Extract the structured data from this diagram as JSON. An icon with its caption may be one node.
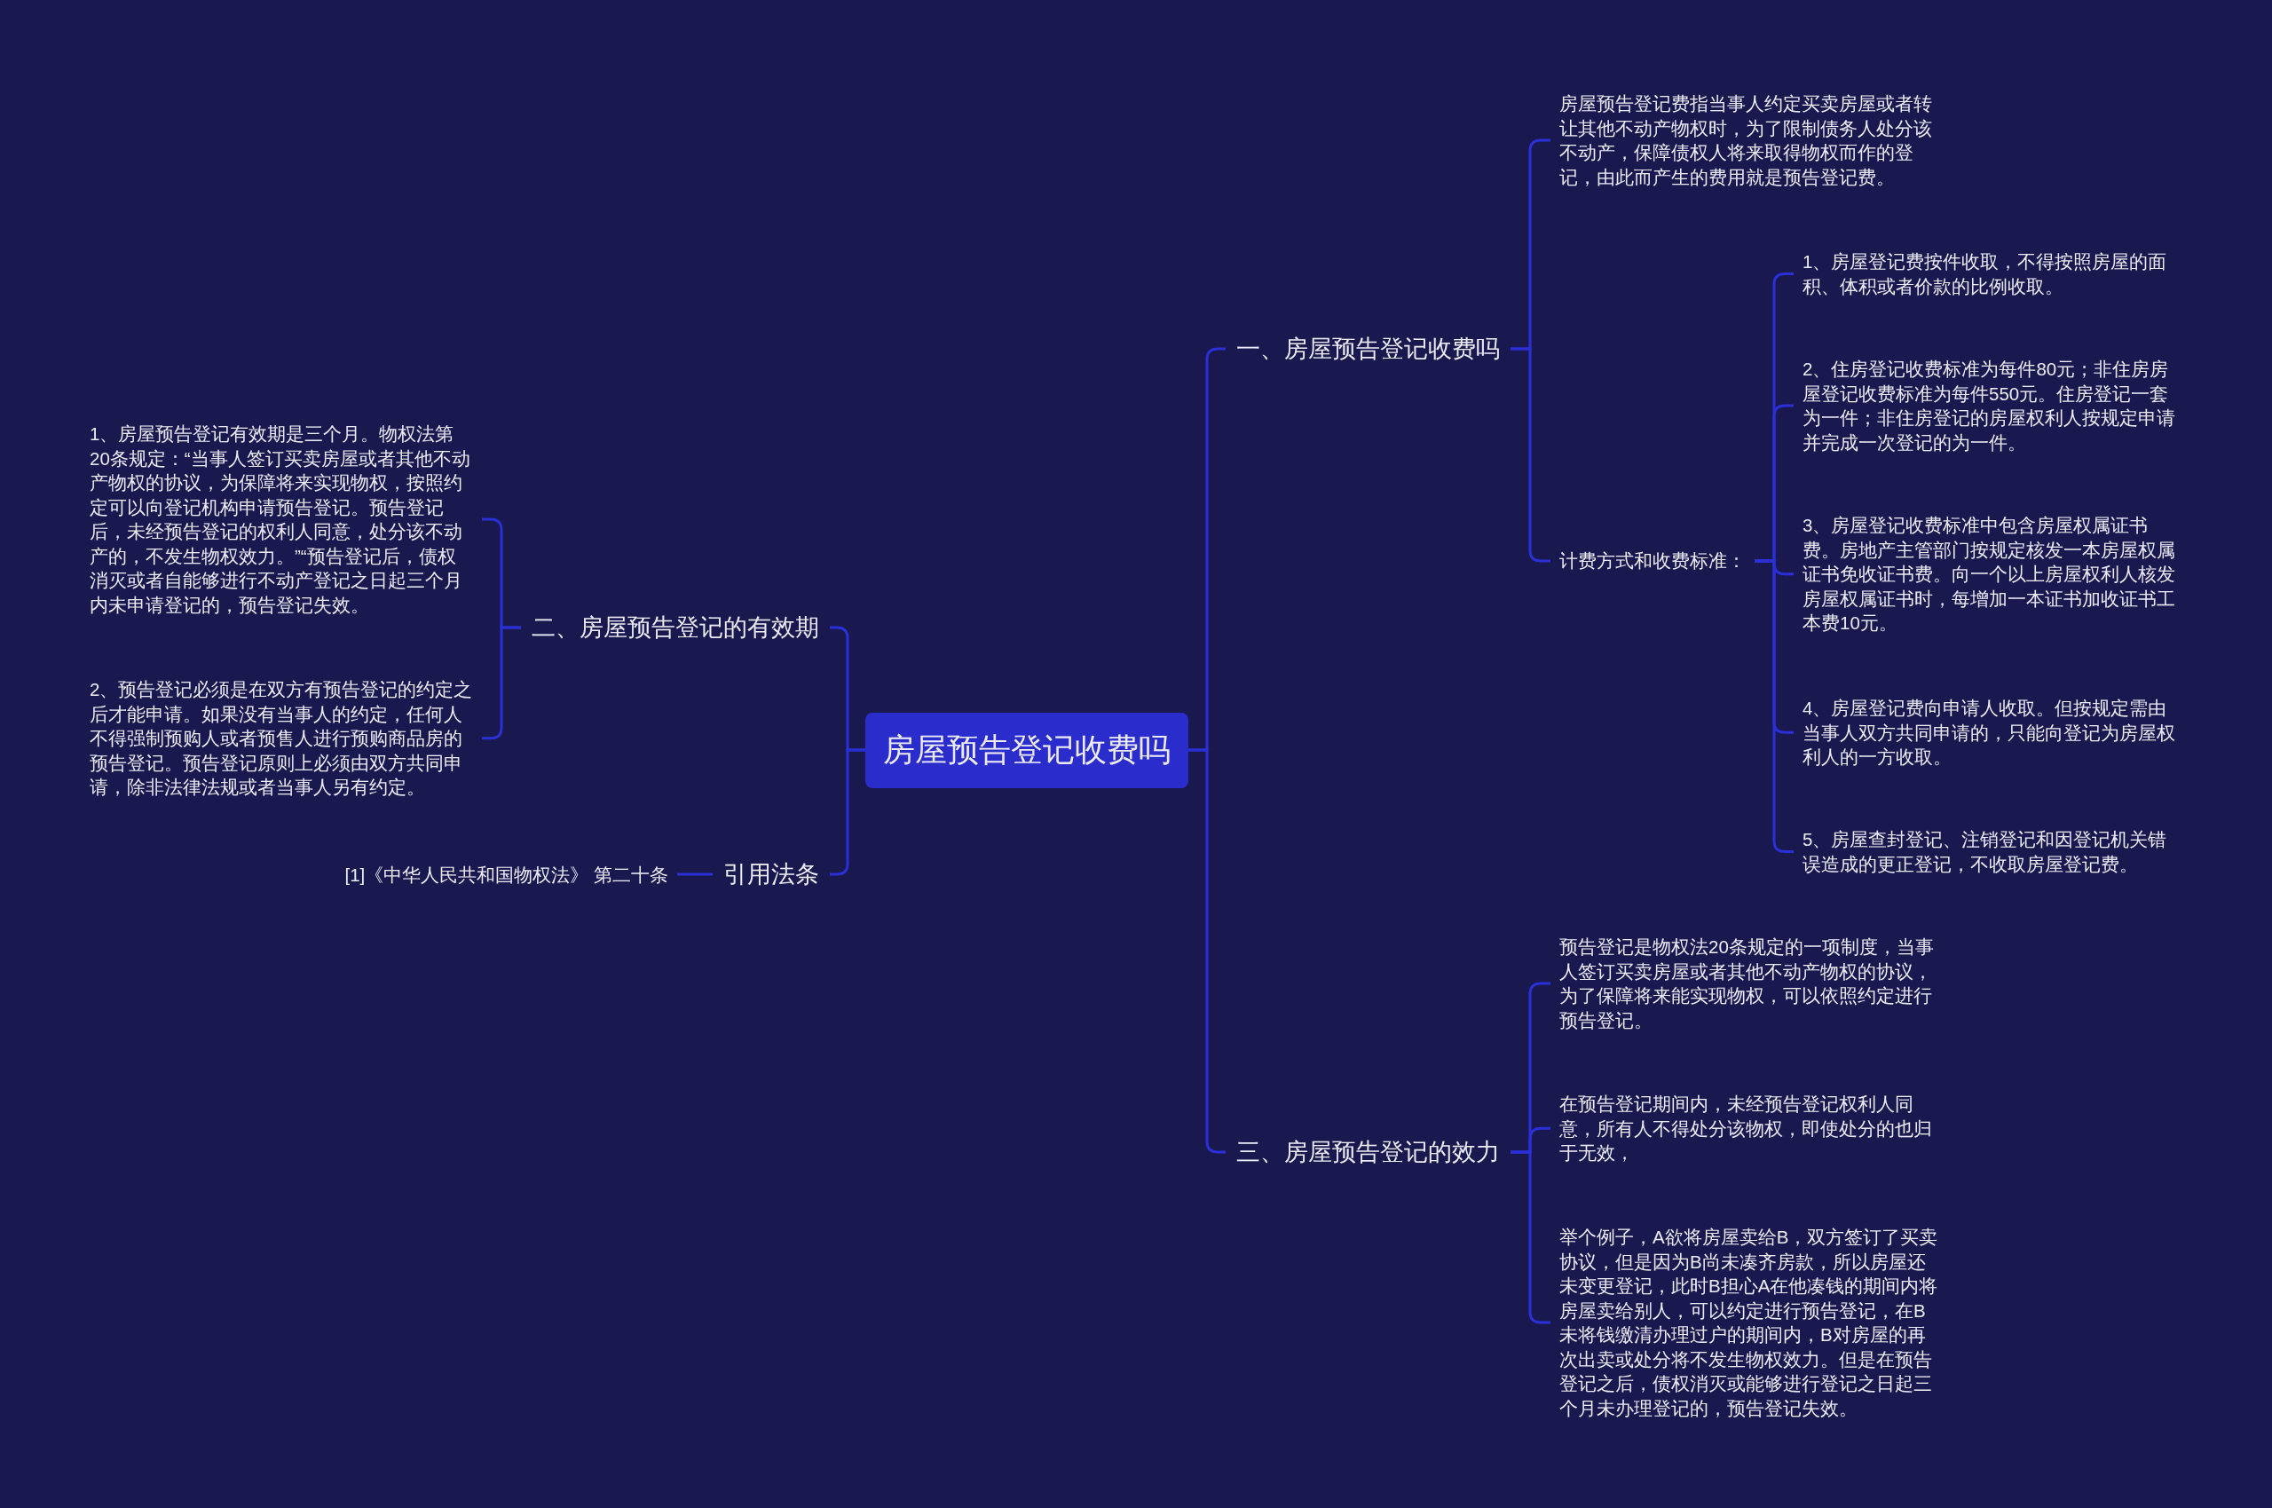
{
  "diagram": {
    "nodes": [
      {
        "text": [
          "房屋预告登记收费吗"
        ]
      },
      {
        "text": [
          "一、房屋预告登记收费吗"
        ]
      },
      {
        "text": [
          "房屋预告登记费指当事人约定买卖房屋或者转让其他不动产物权时，为了限制债务人处分该不动产，保障债权人将来取得物权而作的登记，由此而产生的费用就是预告登记费。"
        ]
      },
      {
        "text": [
          "计费方式和收费标准："
        ]
      },
      {
        "text": [
          "1、房屋登记费按件收取，不得按照房屋的面积、体积或者价款的比例收取。"
        ]
      },
      {
        "text": [
          "2、住房登记收费标准为每件80元；非住房房屋登记收费标准为每件550元。住房登记一套为一件；非住房登记的房屋权利人按规定申请并完成一次登记的为一件。"
        ]
      },
      {
        "text": [
          "3、房屋登记收费标准中包含房屋权属证书费。房地产主管部门按规定核发一本房屋权属证书免收证书费。向一个以上房屋权利人核发房屋权属证书时，每增加一本证书加收证书工本费10元。"
        ]
      },
      {
        "text": [
          "4、房屋登记费向申请人收取。但按规定需由当事人双方共同申请的，只能向登记为房屋权利人的一方收取。"
        ]
      },
      {
        "text": [
          "5、房屋查封登记、注销登记和因登记机关错误造成的更正登记，不收取房屋登记费。"
        ]
      },
      {
        "text": [
          "三、房屋预告登记的效力"
        ]
      },
      {
        "text": [
          "预告登记是物权法20条规定的一项制度，当事人签订买卖房屋或者其他不动产物权的协议，为了保障将来能实现物权，可以依照约定进行预告登记。"
        ]
      },
      {
        "text": [
          "在预告登记期间内，未经预告登记权利人同意，所有人不得处分该物权，即使处分的也归于无效，"
        ]
      },
      {
        "text": [
          "举个例子，A欲将房屋卖给B，双方签订了买卖协议，但是因为B尚未凑齐房款，所以房屋还未变更登记，此时B担心A在他凑钱的期间内将房屋卖给别人，可以约定进行预告登记，在B未将钱缴清办理过户的期间内，B对房屋的再次出卖或处分将不发生物权效力。但是在预告登记之后，债权消灭或能够进行登记之日起三个月未办理登记的，预告登记失效。"
        ]
      },
      {
        "text": [
          "二、房屋预告登记的有效期"
        ]
      },
      {
        "text": [
          "1、房屋预告登记有效期是三个月。物权法第20条规定：“当事人签订买卖房屋或者其他不动产物权的协议，为保障将来实现物权，按照约定可以向登记机构申请预告登记。预告登记后，未经预告登记的权利人同意，处分该不动产的，不发生物权效力。”“预告登记后，债权消灭或者自能够进行不动产登记之日起三个月内未申请登记的，预告登记失效。"
        ]
      },
      {
        "text": [
          "2、预告登记必须是在双方有预告登记的约定之后才能申请。如果没有当事人的约定，任何人不得强制预购人或者预售人进行预购商品房的预告登记。预告登记原则上必须由双方共同申请，除非法律法规或者当事人另有约定。"
        ]
      },
      {
        "text": [
          "引用法条"
        ]
      },
      {
        "text": [
          "[1]《中华人民共和国物权法》 第二十条"
        ]
      }
    ],
    "edges": [
      {
        "from": 0,
        "to": 1,
        "arrow": "none"
      },
      {
        "from": 1,
        "to": 2,
        "arrow": "none"
      },
      {
        "from": 1,
        "to": 3,
        "arrow": "none"
      },
      {
        "from": 3,
        "to": 4,
        "arrow": "none"
      },
      {
        "from": 3,
        "to": 5,
        "arrow": "none"
      },
      {
        "from": 3,
        "to": 6,
        "arrow": "none"
      },
      {
        "from": 3,
        "to": 7,
        "arrow": "none"
      },
      {
        "from": 3,
        "to": 8,
        "arrow": "none"
      },
      {
        "from": 0,
        "to": 9,
        "arrow": "none"
      },
      {
        "from": 9,
        "to": 10,
        "arrow": "none"
      },
      {
        "from": 9,
        "to": 11,
        "arrow": "none"
      },
      {
        "from": 9,
        "to": 12,
        "arrow": "none"
      },
      {
        "from": 0,
        "to": 13,
        "arrow": "none"
      },
      {
        "from": 13,
        "to": 14,
        "arrow": "none"
      },
      {
        "from": 13,
        "to": 15,
        "arrow": "none"
      },
      {
        "from": 0,
        "to": 16,
        "arrow": "none"
      },
      {
        "from": 16,
        "to": 17,
        "arrow": "none"
      }
    ]
  }
}
